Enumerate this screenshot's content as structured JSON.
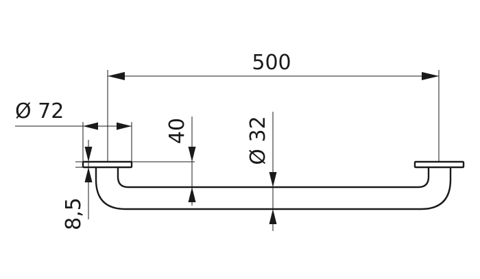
{
  "dimensions": {
    "length": "500",
    "flange_diameter": "Ø 72",
    "tube_diameter": "Ø 32",
    "projection": "40",
    "flange_thickness": "8,5"
  }
}
